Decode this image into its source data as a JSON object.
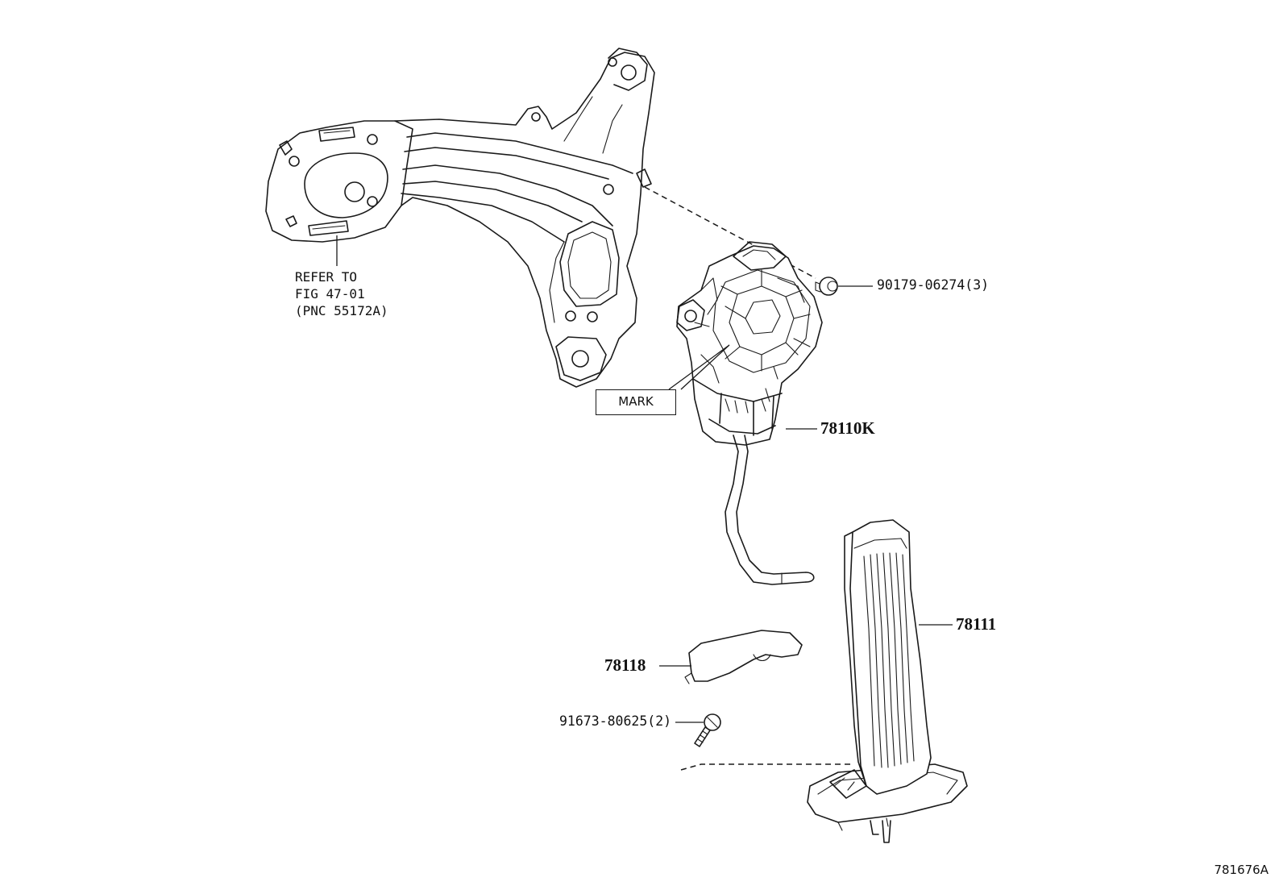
{
  "diagram": {
    "figure_id": "781676A",
    "refer_note": [
      "REFER TO",
      "FIG 47-01",
      "(PNC 55172A)"
    ],
    "mark_label": "MARK",
    "parts": [
      {
        "number": "90179-06274(3)"
      },
      {
        "number": "78110K"
      },
      {
        "number": "78111"
      },
      {
        "number": "78118"
      },
      {
        "number": "91673-80625(2)"
      }
    ]
  }
}
